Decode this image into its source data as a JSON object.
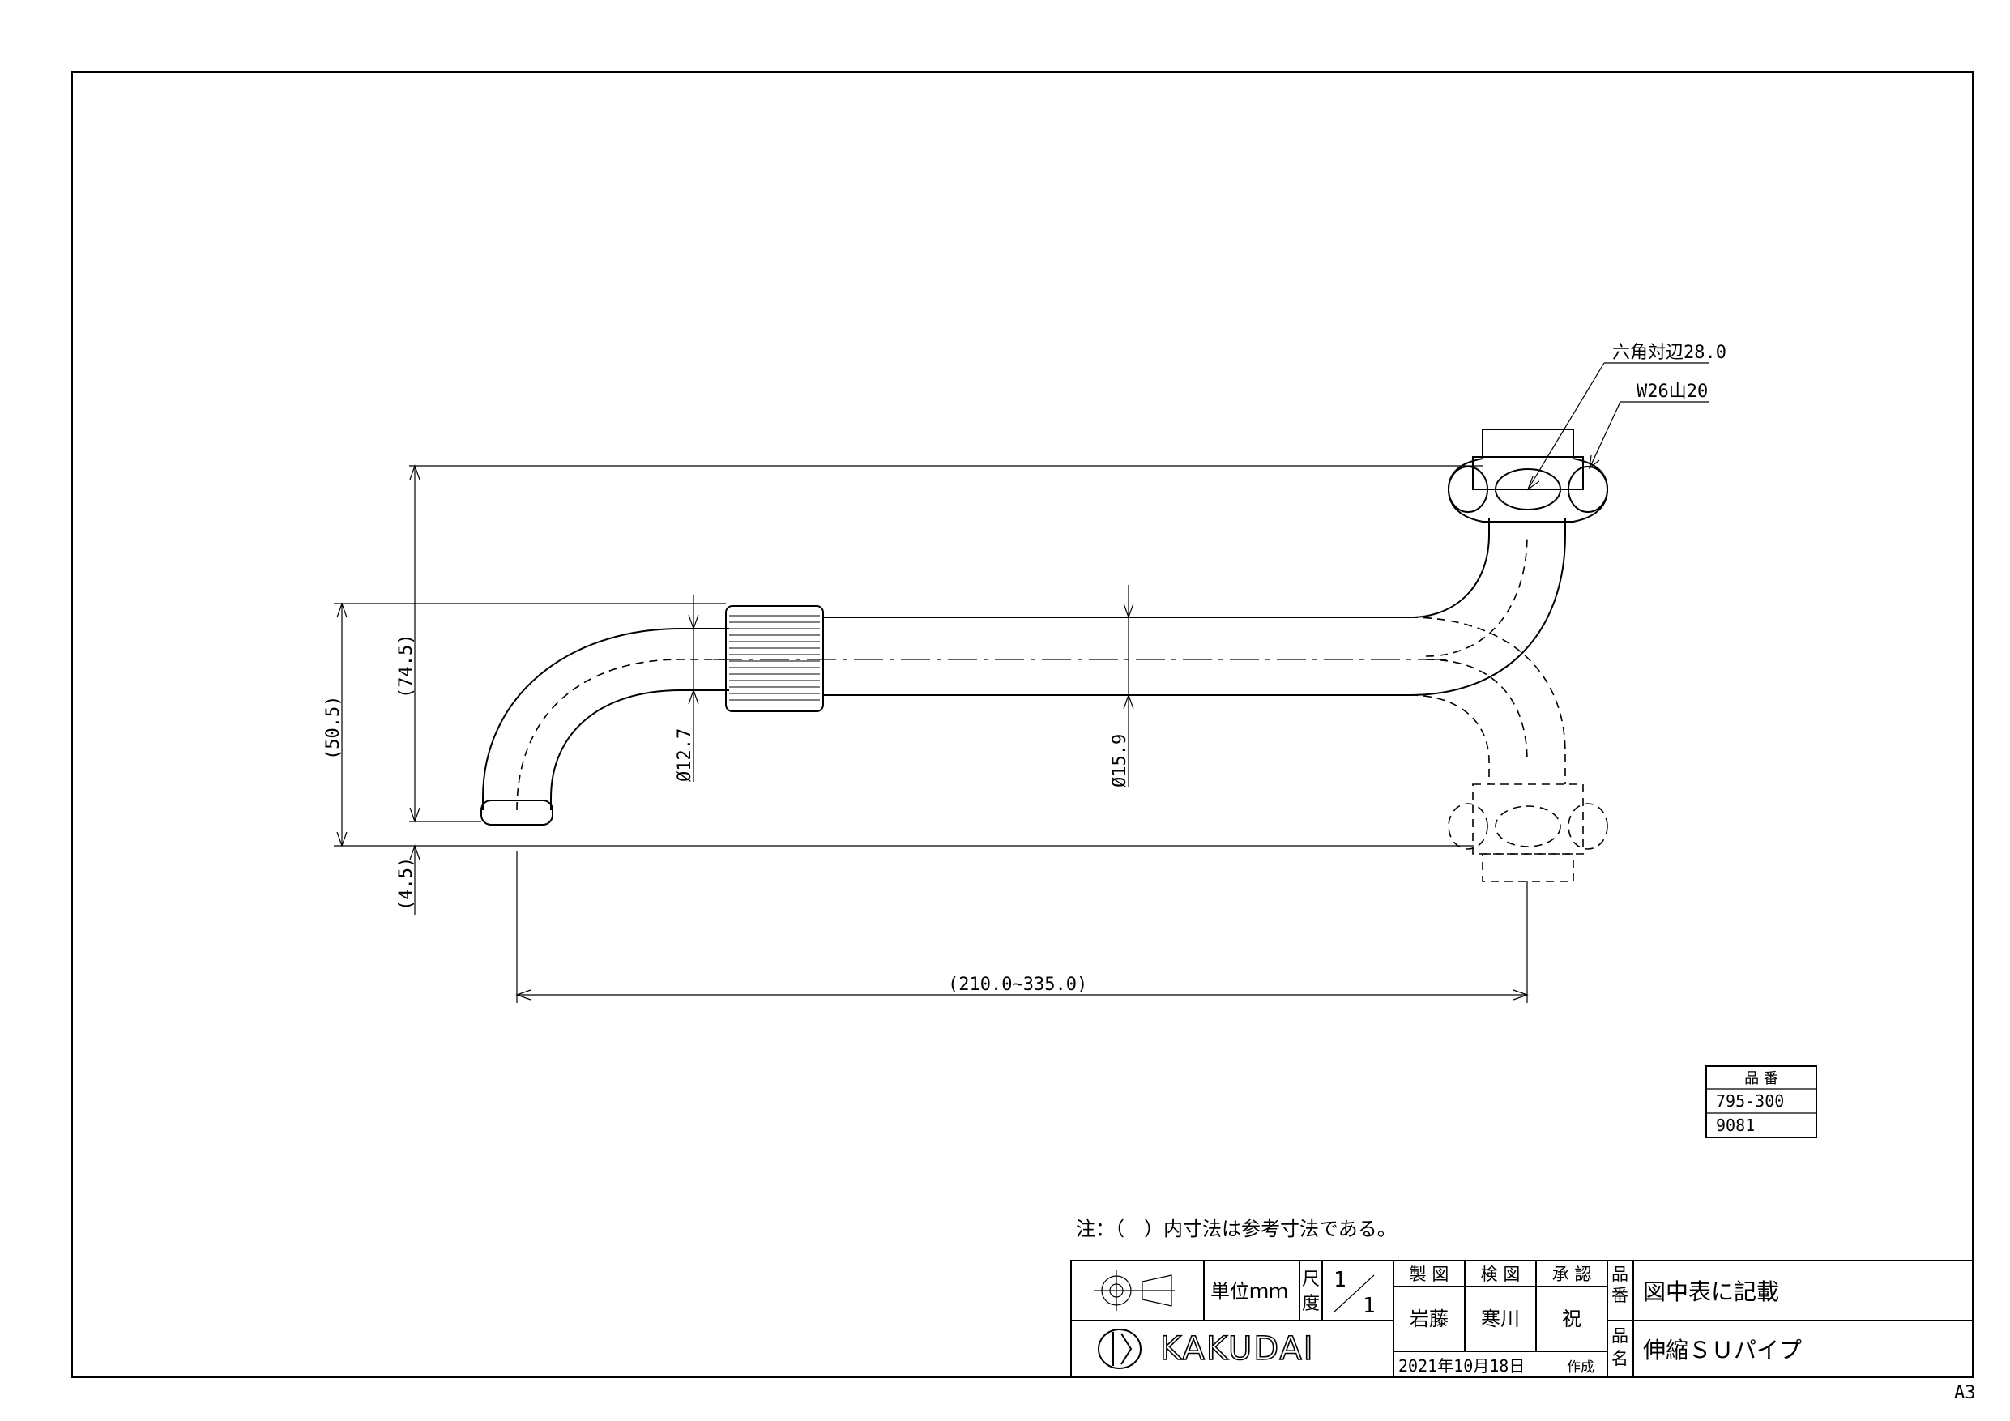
{
  "sheet_size": "A3",
  "callouts": {
    "hex_across_flats": "六角対辺28.0",
    "thread": "W26山20"
  },
  "dimensions": {
    "height_74_5": "(74.5)",
    "height_50_5": "(50.5)",
    "height_4_5": "(4.5)",
    "dia_12_7": "Ø12.7",
    "dia_15_9": "Ø15.9",
    "length_range": "(210.0~335.0)"
  },
  "part_number_box": {
    "header": "品 番",
    "code": "795-300",
    "sub_code": "9081"
  },
  "note": "注：（　）内寸法は参考寸法である。",
  "title_block": {
    "unit_label": "単位ｍｍ",
    "scale_label": "尺度",
    "scale_num": "1",
    "scale_den": "1",
    "drawn_label": "製 図",
    "checked_label": "検 図",
    "approved_label": "承 認",
    "drawn_by": "岩藤",
    "checked_by": "寒川",
    "approved_by": "祝",
    "part_no_label": "品番",
    "part_no_value": "図中表に記載",
    "part_name_label": "品名",
    "part_name_value": "伸縮ＳＵパイプ",
    "date": "2021年10月18日",
    "date_suffix": "作成",
    "company": "KAKUDAI"
  }
}
